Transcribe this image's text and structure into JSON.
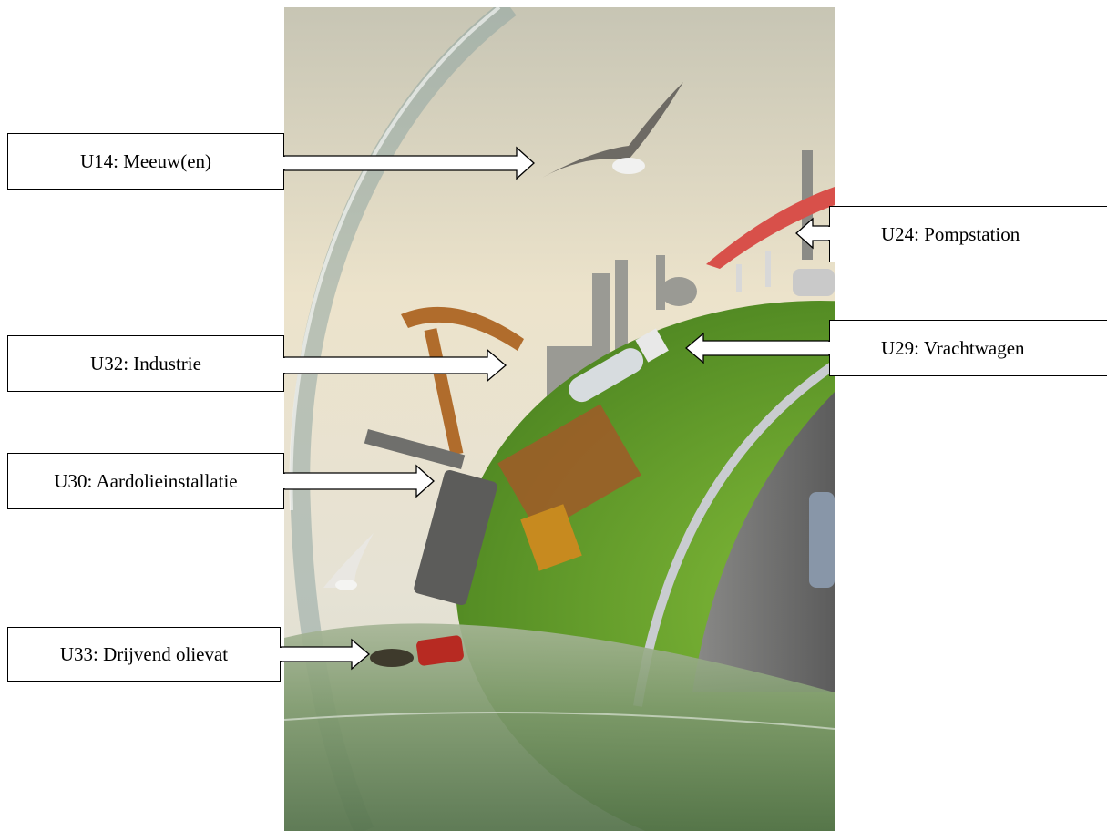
{
  "image": {
    "description_icon": "environment-sphere-illustration",
    "palette": {
      "sky_top": "#c9c8b8",
      "sky_glow": "#efe6cf",
      "grass": "#5f9a2a",
      "grass_light": "#86bf3a",
      "water": "#7f9a6e",
      "road": "#6b6b6b",
      "glass_edge": "#8fa6a2",
      "pumpjack": "#b06c2c",
      "station_roof": "#d8504a"
    }
  },
  "labels": [
    {
      "id": "u14",
      "text": "U14: Meeuw(en)"
    },
    {
      "id": "u24",
      "text": "U24: Pompstation"
    },
    {
      "id": "u32",
      "text": "U32: Industrie"
    },
    {
      "id": "u29",
      "text": "U29: Vrachtwagen"
    },
    {
      "id": "u30",
      "text": "U30: Aardolieinstallatie"
    },
    {
      "id": "u33",
      "text": "U33: Drijvend olievat"
    }
  ]
}
